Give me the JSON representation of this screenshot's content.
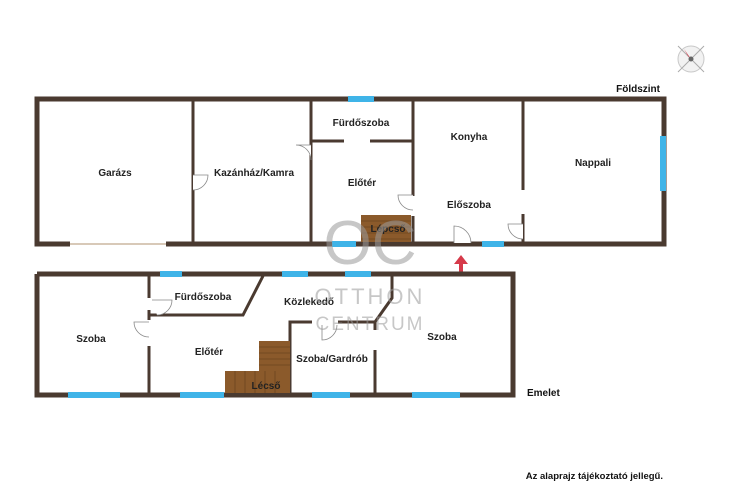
{
  "levels": {
    "ground": "Földszint",
    "upper": "Emelet"
  },
  "rooms_ground": {
    "garage": "Garázs",
    "boiler": "Kazánház/Kamra",
    "bathroom": "Fürdőszoba",
    "hall": "Előtér",
    "stairs": "Lépcső",
    "kitchen": "Konyha",
    "entry": "Előszoba",
    "living": "Nappali"
  },
  "rooms_upper": {
    "bedroom_left": "Szoba",
    "bathroom": "Fürdőszoba",
    "corridor": "Közlekedő",
    "hall": "Előtér",
    "wardrobe_room": "Szoba/Gardrób",
    "bedroom_right": "Szoba",
    "stairs": "Lécső"
  },
  "watermark": {
    "monogram": "OC",
    "line1": "OTTHON",
    "line2": "CENTRUM"
  },
  "disclaimer": "Az alaprajz tájékoztató jellegű.",
  "colors": {
    "wall": "#4a3a30",
    "window": "#3fb4e8",
    "stairs": "#8b5a2b",
    "entrance_arrow": "#d63a4a"
  },
  "icons": {
    "compass": "compass-icon",
    "entrance": "entrance-arrow-icon"
  }
}
